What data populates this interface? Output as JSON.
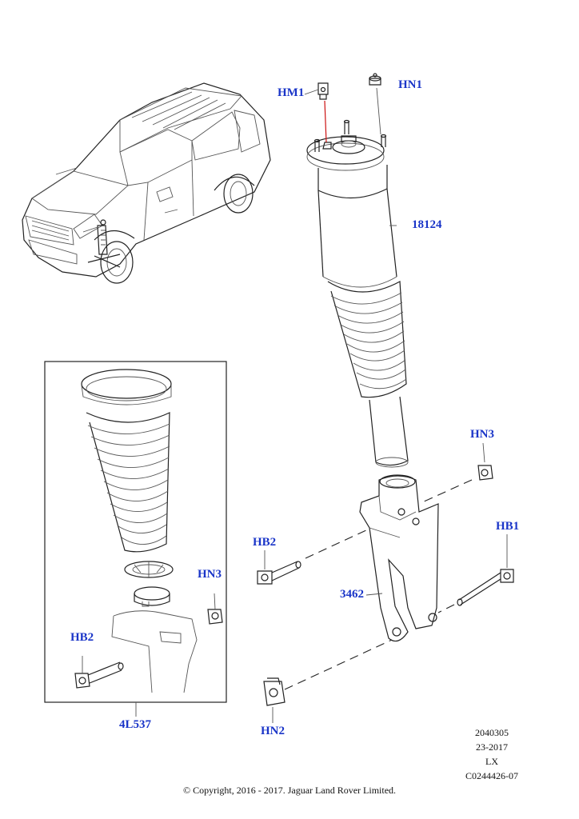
{
  "callouts": {
    "hm1": "HM1",
    "hn1": "HN1",
    "p18124": "18124",
    "hn3_right": "HN3",
    "hb1": "HB1",
    "hb2_right": "HB2",
    "p3462": "3462",
    "hn2": "HN2",
    "hn3_inset": "HN3",
    "hb2_inset": "HB2",
    "p4l537": "4L537"
  },
  "meta": {
    "line1": "2040305",
    "line2": "23-2017",
    "line3": "LX",
    "line4": "C0244426-07"
  },
  "copyright": "© Copyright, 2016 - 2017. Jaguar Land Rover Limited.",
  "colors": {
    "callout": "#1a35c8",
    "linework": "#222222",
    "leader_hm1": "#cc1111"
  }
}
